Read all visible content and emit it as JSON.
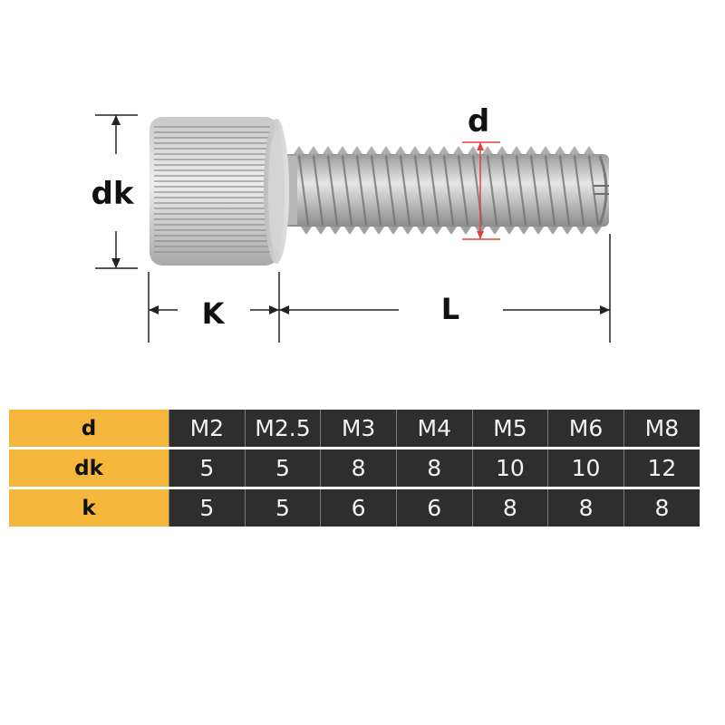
{
  "diagram": {
    "labels": {
      "head_diameter": "dk",
      "thread_diameter": "d",
      "head_height": "K",
      "length": "L"
    },
    "colors": {
      "dimension_line": "#222222",
      "diameter_marker": "#e04040"
    }
  },
  "table": {
    "header_color": "#f5b73b",
    "body_color": "#2e2e2e",
    "rows": [
      {
        "label": "d",
        "values": [
          "M2",
          "M2.5",
          "M3",
          "M4",
          "M5",
          "M6",
          "M8"
        ]
      },
      {
        "label": "dk",
        "values": [
          "5",
          "5",
          "8",
          "8",
          "10",
          "10",
          "12"
        ]
      },
      {
        "label": "k",
        "values": [
          "5",
          "5",
          "6",
          "6",
          "8",
          "8",
          "8"
        ]
      }
    ]
  }
}
